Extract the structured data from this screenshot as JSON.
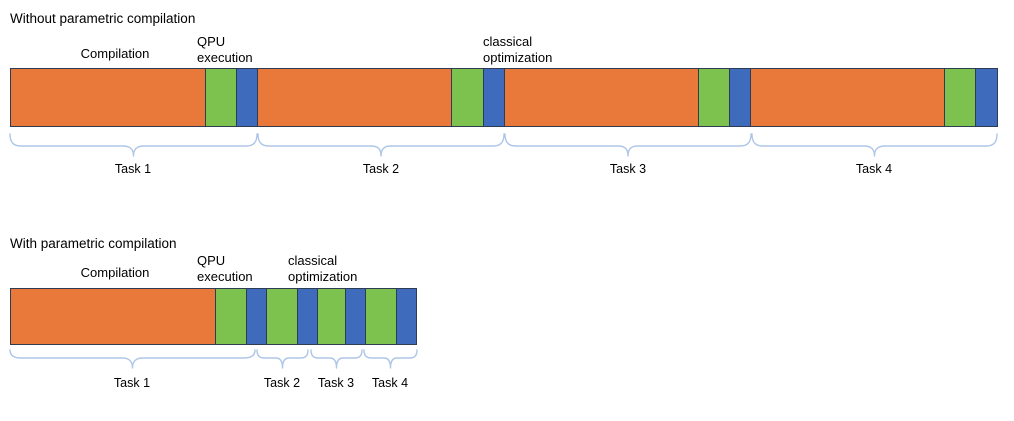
{
  "colors": {
    "compilation": "#E8793B",
    "qpu": "#7DC24F",
    "classical": "#3F6BBD",
    "outline": "#2E3B55",
    "brace": "#AEC6E8",
    "text": "#000000"
  },
  "phase_labels": {
    "compilation": "Compilation",
    "qpu_line1": "QPU",
    "qpu_line2": "execution",
    "classical_line1": "classical",
    "classical_line2": "optimization"
  },
  "charts": [
    {
      "title": "Without parametric compilation",
      "sequence": "each task = compilation, QPU execution, classical optimization",
      "tasks": [
        {
          "label": "Task 1"
        },
        {
          "label": "Task 2"
        },
        {
          "label": "Task 3"
        },
        {
          "label": "Task 4"
        }
      ]
    },
    {
      "title": "With parametric compilation",
      "sequence": "single shared compilation, then per task: QPU execution, classical optimization",
      "tasks": [
        {
          "label": "Task 1"
        },
        {
          "label": "Task 2"
        },
        {
          "label": "Task 3"
        },
        {
          "label": "Task 4"
        }
      ]
    }
  ]
}
